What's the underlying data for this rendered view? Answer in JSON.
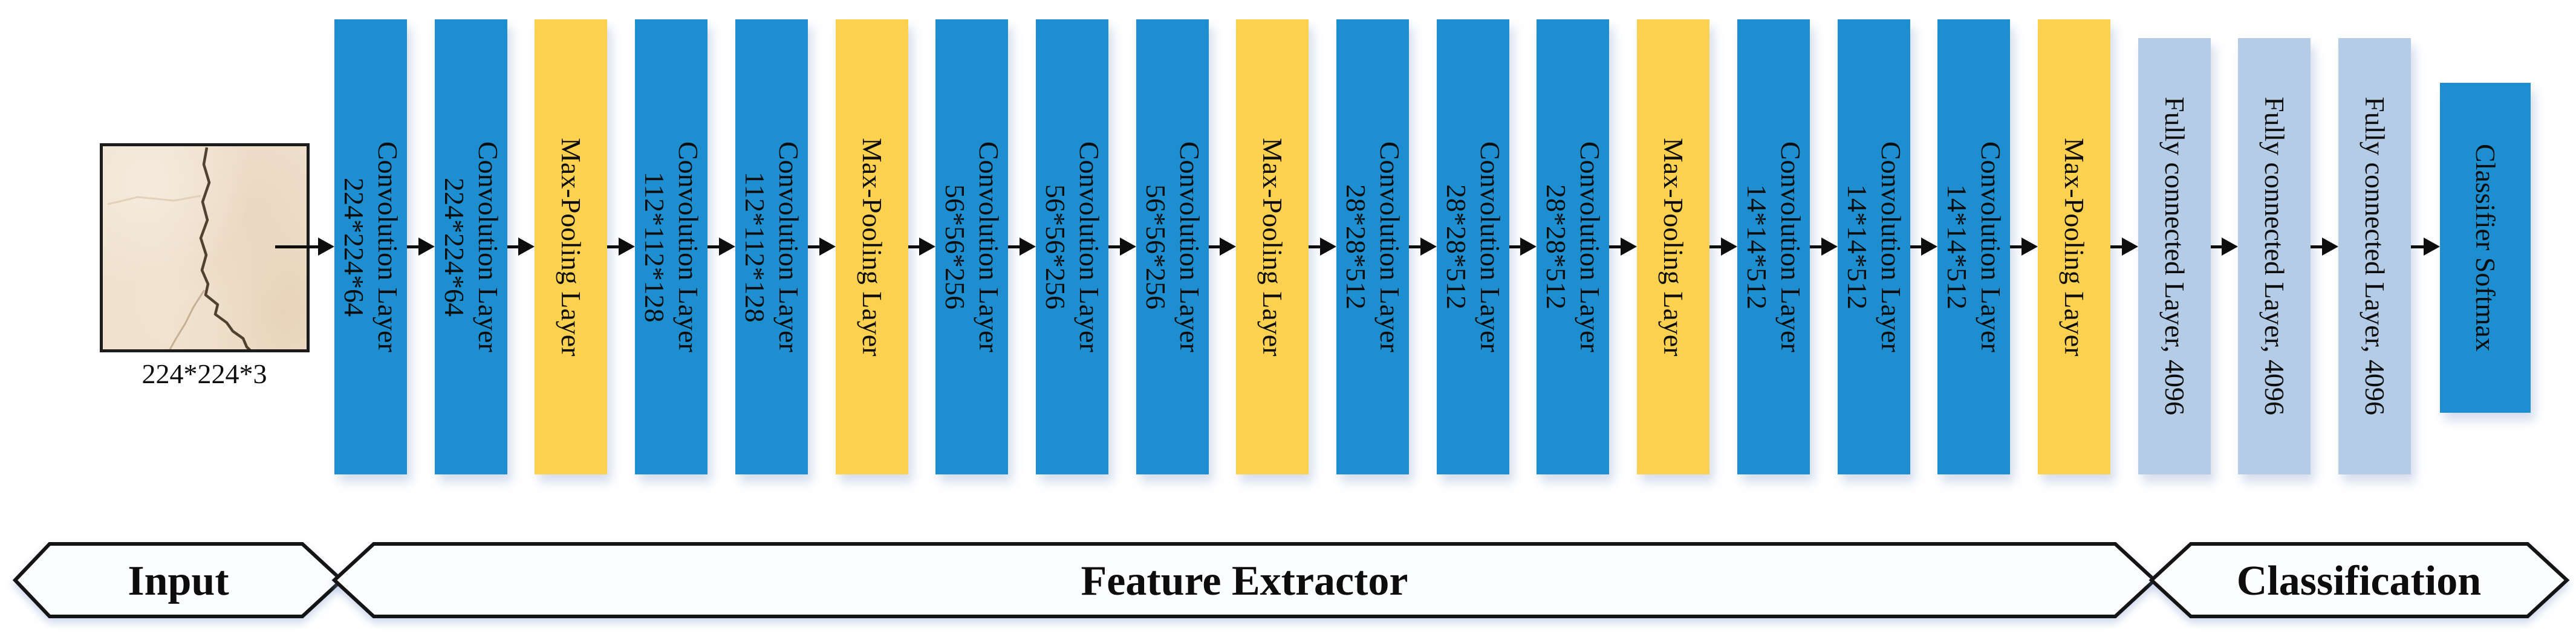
{
  "figure": {
    "input": {
      "photo_alt": "concrete wall crack photo",
      "size_label": "224*224*3"
    },
    "layers": [
      {
        "type": "conv",
        "title": "Convolution Layer",
        "dims": "224*224*64"
      },
      {
        "type": "conv",
        "title": "Convolution Layer",
        "dims": "224*224*64"
      },
      {
        "type": "pool",
        "title": "Max-Pooling Layer"
      },
      {
        "type": "conv",
        "title": "Convolution Layer",
        "dims": "112*112*128"
      },
      {
        "type": "conv",
        "title": "Convolution Layer",
        "dims": "112*112*128"
      },
      {
        "type": "pool",
        "title": "Max-Pooling Layer"
      },
      {
        "type": "conv",
        "title": "Convolution Layer",
        "dims": "56*56*256"
      },
      {
        "type": "conv",
        "title": "Convolution Layer",
        "dims": "56*56*256"
      },
      {
        "type": "conv",
        "title": "Convolution Layer",
        "dims": "56*56*256"
      },
      {
        "type": "pool",
        "title": "Max-Pooling Layer"
      },
      {
        "type": "conv",
        "title": "Convolution Layer",
        "dims": "28*28*512"
      },
      {
        "type": "conv",
        "title": "Convolution Layer",
        "dims": "28*28*512"
      },
      {
        "type": "conv",
        "title": "Convolution Layer",
        "dims": "28*28*512"
      },
      {
        "type": "pool",
        "title": "Max-Pooling Layer"
      },
      {
        "type": "conv",
        "title": "Convolution Layer",
        "dims": "14*14*512"
      },
      {
        "type": "conv",
        "title": "Convolution Layer",
        "dims": "14*14*512"
      },
      {
        "type": "conv",
        "title": "Convolution Layer",
        "dims": "14*14*512"
      },
      {
        "type": "pool",
        "title": "Max-Pooling Layer"
      },
      {
        "type": "fc",
        "title": "Fully connected Layer, 4096"
      },
      {
        "type": "fc",
        "title": "Fully connected Layer, 4096"
      },
      {
        "type": "fc",
        "title": "Fully connected Layer, 4096"
      },
      {
        "type": "softmax",
        "title": "Classifier Softmax"
      }
    ],
    "banners": [
      {
        "label": "Input"
      },
      {
        "label": "Feature Extractor"
      },
      {
        "label": "Classification"
      }
    ],
    "colors": {
      "conv_blue": "#1d8fd0",
      "pool_yellow": "#fcd150",
      "fc_light_blue": "#b5cce6",
      "softmax_blue": "#1d8fd0",
      "text_black": "#0d0d0d"
    }
  }
}
